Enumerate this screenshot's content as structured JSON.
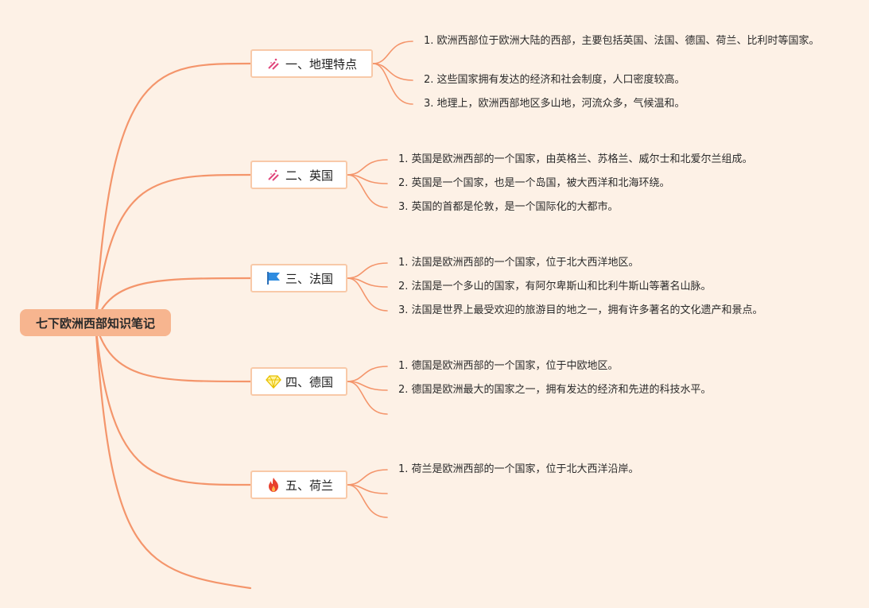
{
  "root": {
    "label": "七下欧洲西部知识笔记"
  },
  "colors": {
    "line": "#f4956b",
    "root_fill": "#f7b58f",
    "branch_border": "#f8c9a8",
    "background": "#fdf1e6"
  },
  "branches": [
    {
      "label": "一、地理特点",
      "icon": "pencil-ruler-icon",
      "items": [
        "1. 欧洲西部位于欧洲大陆的西部，主要包括英国、法国、德国、荷兰、比利时等国家。",
        "2. 这些国家拥有发达的经济和社会制度，人口密度较高。",
        "3. 地理上，欧洲西部地区多山地，河流众多，气候温和。"
      ]
    },
    {
      "label": "二、英国",
      "icon": "pencil-ruler-icon",
      "items": [
        "1. 英国是欧洲西部的一个国家，由英格兰、苏格兰、威尔士和北爱尔兰组成。",
        "2. 英国是一个国家，也是一个岛国，被大西洋和北海环绕。",
        "3. 英国的首都是伦敦，是一个国际化的大都市。"
      ]
    },
    {
      "label": "三、法国",
      "icon": "flag-icon",
      "items": [
        "1. 法国是欧洲西部的一个国家，位于北大西洋地区。",
        "2. 法国是一个多山的国家，有阿尔卑斯山和比利牛斯山等著名山脉。",
        "3. 法国是世界上最受欢迎的旅游目的地之一，拥有许多著名的文化遗产和景点。"
      ]
    },
    {
      "label": "四、德国",
      "icon": "diamond-icon",
      "items": [
        "1. 德国是欧洲西部的一个国家，位于中欧地区。",
        "2. 德国是欧洲最大的国家之一，拥有发达的经济和先进的科技水平。",
        ""
      ]
    },
    {
      "label": "五、荷兰",
      "icon": "fire-icon",
      "items": [
        "1. 荷兰是欧洲西部的一个国家，位于北大西洋沿岸。",
        "",
        ""
      ]
    }
  ]
}
